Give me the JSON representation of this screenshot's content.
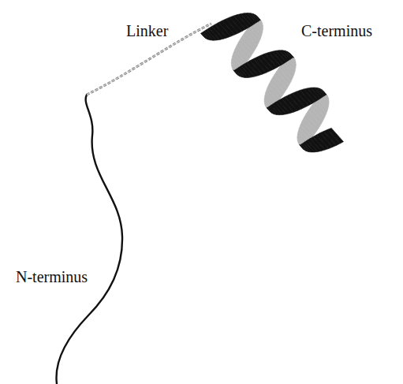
{
  "diagram": {
    "labels": [
      "Linker",
      "C-terminus",
      "N-terminus"
    ]
  }
}
